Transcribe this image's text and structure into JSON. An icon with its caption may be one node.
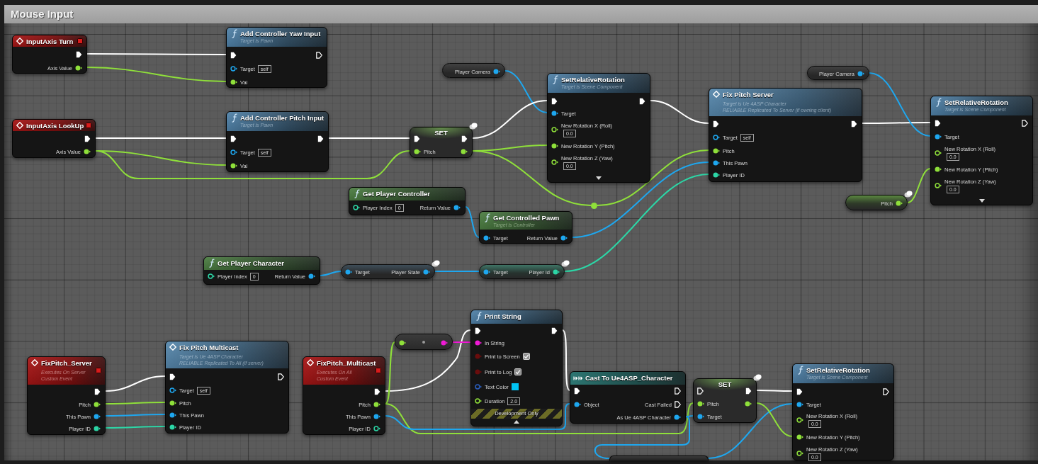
{
  "diagram": {
    "nodes": [
      {
        "text": [
          "Mouse Input"
        ]
      },
      {
        "text": [
          "InputAxis Turn",
          "Axis Value"
        ],
        "in": 0
      },
      {
        "text": [
          "Add Controller Yaw Input",
          "Target is Pawn",
          "Target",
          "self",
          "Val"
        ],
        "in": 0
      },
      {
        "text": [
          "InputAxis LookUp",
          "Axis Value"
        ],
        "in": 0
      },
      {
        "text": [
          "Add Controller Pitch Input",
          "Target is Pawn",
          "Target",
          "self",
          "Val"
        ],
        "in": 0
      },
      {
        "text": [
          "Player Camera"
        ],
        "in": 0
      },
      {
        "text": [
          "SET",
          "Pitch"
        ],
        "in": 0
      },
      {
        "text": [
          "SetRelativeRotation",
          "Target is Scene Component",
          "Target",
          "New Rotation X (Roll)",
          "0.0",
          "New Rotation Y (Pitch)",
          "New Rotation Z (Yaw)",
          "0.0"
        ],
        "in": 0
      },
      {
        "text": [
          "Get Player Controller",
          "Player Index",
          "0",
          "Return Value"
        ],
        "in": 0
      },
      {
        "text": [
          "Get Controlled Pawn",
          "Target is Controller",
          "Target",
          "Return Value"
        ],
        "in": 0
      },
      {
        "text": [
          "Fix Pitch Server",
          "Target is Ue 4ASP Character",
          "RELIABLE Replicated To Server (if owning client)",
          "Target",
          "self",
          "Pitch",
          "This Pawn",
          "Player ID"
        ],
        "in": 0
      },
      {
        "text": [
          "Player Camera"
        ],
        "in": 0
      },
      {
        "text": [
          "SetRelativeRotation",
          "Target is Scene Component",
          "Target",
          "New Rotation X (Roll)",
          "0.0",
          "New Rotation Y (Pitch)",
          "New Rotation Z (Yaw)",
          "0.0"
        ],
        "in": 0
      },
      {
        "text": [
          "Pitch"
        ],
        "in": 0
      },
      {
        "text": [
          "Get Player Character",
          "Player Index",
          "0",
          "Return Value"
        ],
        "in": 0
      },
      {
        "text": [
          "Target",
          "Player State"
        ],
        "in": 0
      },
      {
        "text": [
          "Target",
          "Player Id"
        ],
        "in": 0
      },
      {
        "text": [],
        "shape": "circle",
        "in": 0
      },
      {
        "text": [
          "FixPitch_Server",
          "Executes On Server",
          "Custom Event",
          "Pitch",
          "This Pawn",
          "Player ID"
        ],
        "in": 0
      },
      {
        "text": [
          "Fix Pitch Multicast",
          "Target is Ue 4ASP Character",
          "RELIABLE Replicated To All (if server)",
          "Target",
          "self",
          "Pitch",
          "This Pawn",
          "Player ID"
        ],
        "in": 0
      },
      {
        "text": [
          "FixPitch_Multicast",
          "Executes On All",
          "Custom Event",
          "Pitch",
          "This Pawn",
          "Player ID"
        ],
        "in": 0
      },
      {
        "text": [],
        "shape": "box",
        "in": 0
      },
      {
        "text": [
          "Print String",
          "In String",
          "Print to Screen",
          "Print to Log",
          "Text Color",
          "Duration",
          "2.0",
          "Development Only"
        ],
        "in": 0
      },
      {
        "text": [
          "Cast To Ue4ASP_Character",
          "Object",
          "Cast Failed",
          "As Ue 4ASP Character"
        ],
        "in": 0
      },
      {
        "text": [
          "SET",
          "Pitch",
          "Target"
        ],
        "in": 0
      },
      {
        "text": [
          "SetRelativeRotation",
          "Target is Scene Component",
          "Target",
          "New Rotation X (Roll)",
          "0.0",
          "New Rotation Y (Pitch)",
          "New Rotation Z (Yaw)",
          "0.0"
        ],
        "in": 0
      },
      {
        "text": [],
        "shape": "box",
        "in": 0
      }
    ],
    "edges": [
      {
        "from": 1,
        "to": 2,
        "arrow": "none",
        "color": "#ffffff"
      },
      {
        "from": 1,
        "to": 2,
        "arrow": "none",
        "color": "#8fe03a"
      },
      {
        "from": 3,
        "to": 4,
        "arrow": "none",
        "color": "#ffffff"
      },
      {
        "from": 3,
        "to": 4,
        "arrow": "none",
        "color": "#8fe03a"
      },
      {
        "from": 3,
        "to": 6,
        "arrow": "none",
        "color": "#8fe03a"
      },
      {
        "from": 4,
        "to": 6,
        "arrow": "none",
        "color": "#ffffff"
      },
      {
        "from": 5,
        "to": 7,
        "arrow": "none",
        "color": "#1ea7ef"
      },
      {
        "from": 6,
        "to": 7,
        "arrow": "none",
        "color": "#ffffff"
      },
      {
        "from": 6,
        "to": 7,
        "arrow": "none",
        "color": "#8fe03a"
      },
      {
        "from": 6,
        "to": 17,
        "arrow": "none",
        "color": "#8fe03a"
      },
      {
        "from": 17,
        "to": 10,
        "arrow": "none",
        "color": "#8fe03a"
      },
      {
        "from": 7,
        "to": 10,
        "arrow": "none",
        "color": "#ffffff"
      },
      {
        "from": 8,
        "to": 9,
        "arrow": "none",
        "color": "#1ea7ef"
      },
      {
        "from": 9,
        "to": 10,
        "arrow": "none",
        "color": "#1ea7ef"
      },
      {
        "from": 14,
        "to": 15,
        "arrow": "none",
        "color": "#1ea7ef"
      },
      {
        "from": 15,
        "to": 16,
        "arrow": "none",
        "color": "#1ea7ef"
      },
      {
        "from": 16,
        "to": 10,
        "arrow": "none",
        "color": "#2cd6a6"
      },
      {
        "from": 10,
        "to": 12,
        "arrow": "none",
        "color": "#ffffff"
      },
      {
        "from": 11,
        "to": 12,
        "arrow": "none",
        "color": "#1ea7ef"
      },
      {
        "from": 13,
        "to": 12,
        "arrow": "none",
        "color": "#8fe03a"
      },
      {
        "from": 18,
        "to": 19,
        "arrow": "none",
        "color": "#ffffff"
      },
      {
        "from": 18,
        "to": 19,
        "arrow": "none",
        "color": "#8fe03a"
      },
      {
        "from": 18,
        "to": 19,
        "arrow": "none",
        "color": "#1ea7ef"
      },
      {
        "from": 18,
        "to": 19,
        "arrow": "none",
        "color": "#2cd6a6"
      },
      {
        "from": 20,
        "to": 22,
        "arrow": "none",
        "color": "#ffffff"
      },
      {
        "from": 20,
        "to": 21,
        "arrow": "none",
        "color": "#8fe03a"
      },
      {
        "from": 20,
        "to": 24,
        "arrow": "none",
        "color": "#8fe03a"
      },
      {
        "from": 20,
        "to": 23,
        "arrow": "none",
        "color": "#1ea7ef"
      },
      {
        "from": 21,
        "to": 22,
        "arrow": "none",
        "color": "#f01ad6"
      },
      {
        "from": 22,
        "to": 23,
        "arrow": "none",
        "color": "#ffffff"
      },
      {
        "from": 23,
        "to": 24,
        "arrow": "none",
        "color": "#1ea7ef"
      },
      {
        "from": 23,
        "to": 26,
        "arrow": "none",
        "color": "#1ea7ef"
      },
      {
        "from": 26,
        "to": 25,
        "arrow": "none",
        "color": "#1ea7ef"
      },
      {
        "from": 24,
        "to": 25,
        "arrow": "none",
        "color": "#ffffff"
      },
      {
        "from": 24,
        "to": 25,
        "arrow": "none",
        "color": "#8fe03a"
      }
    ]
  }
}
